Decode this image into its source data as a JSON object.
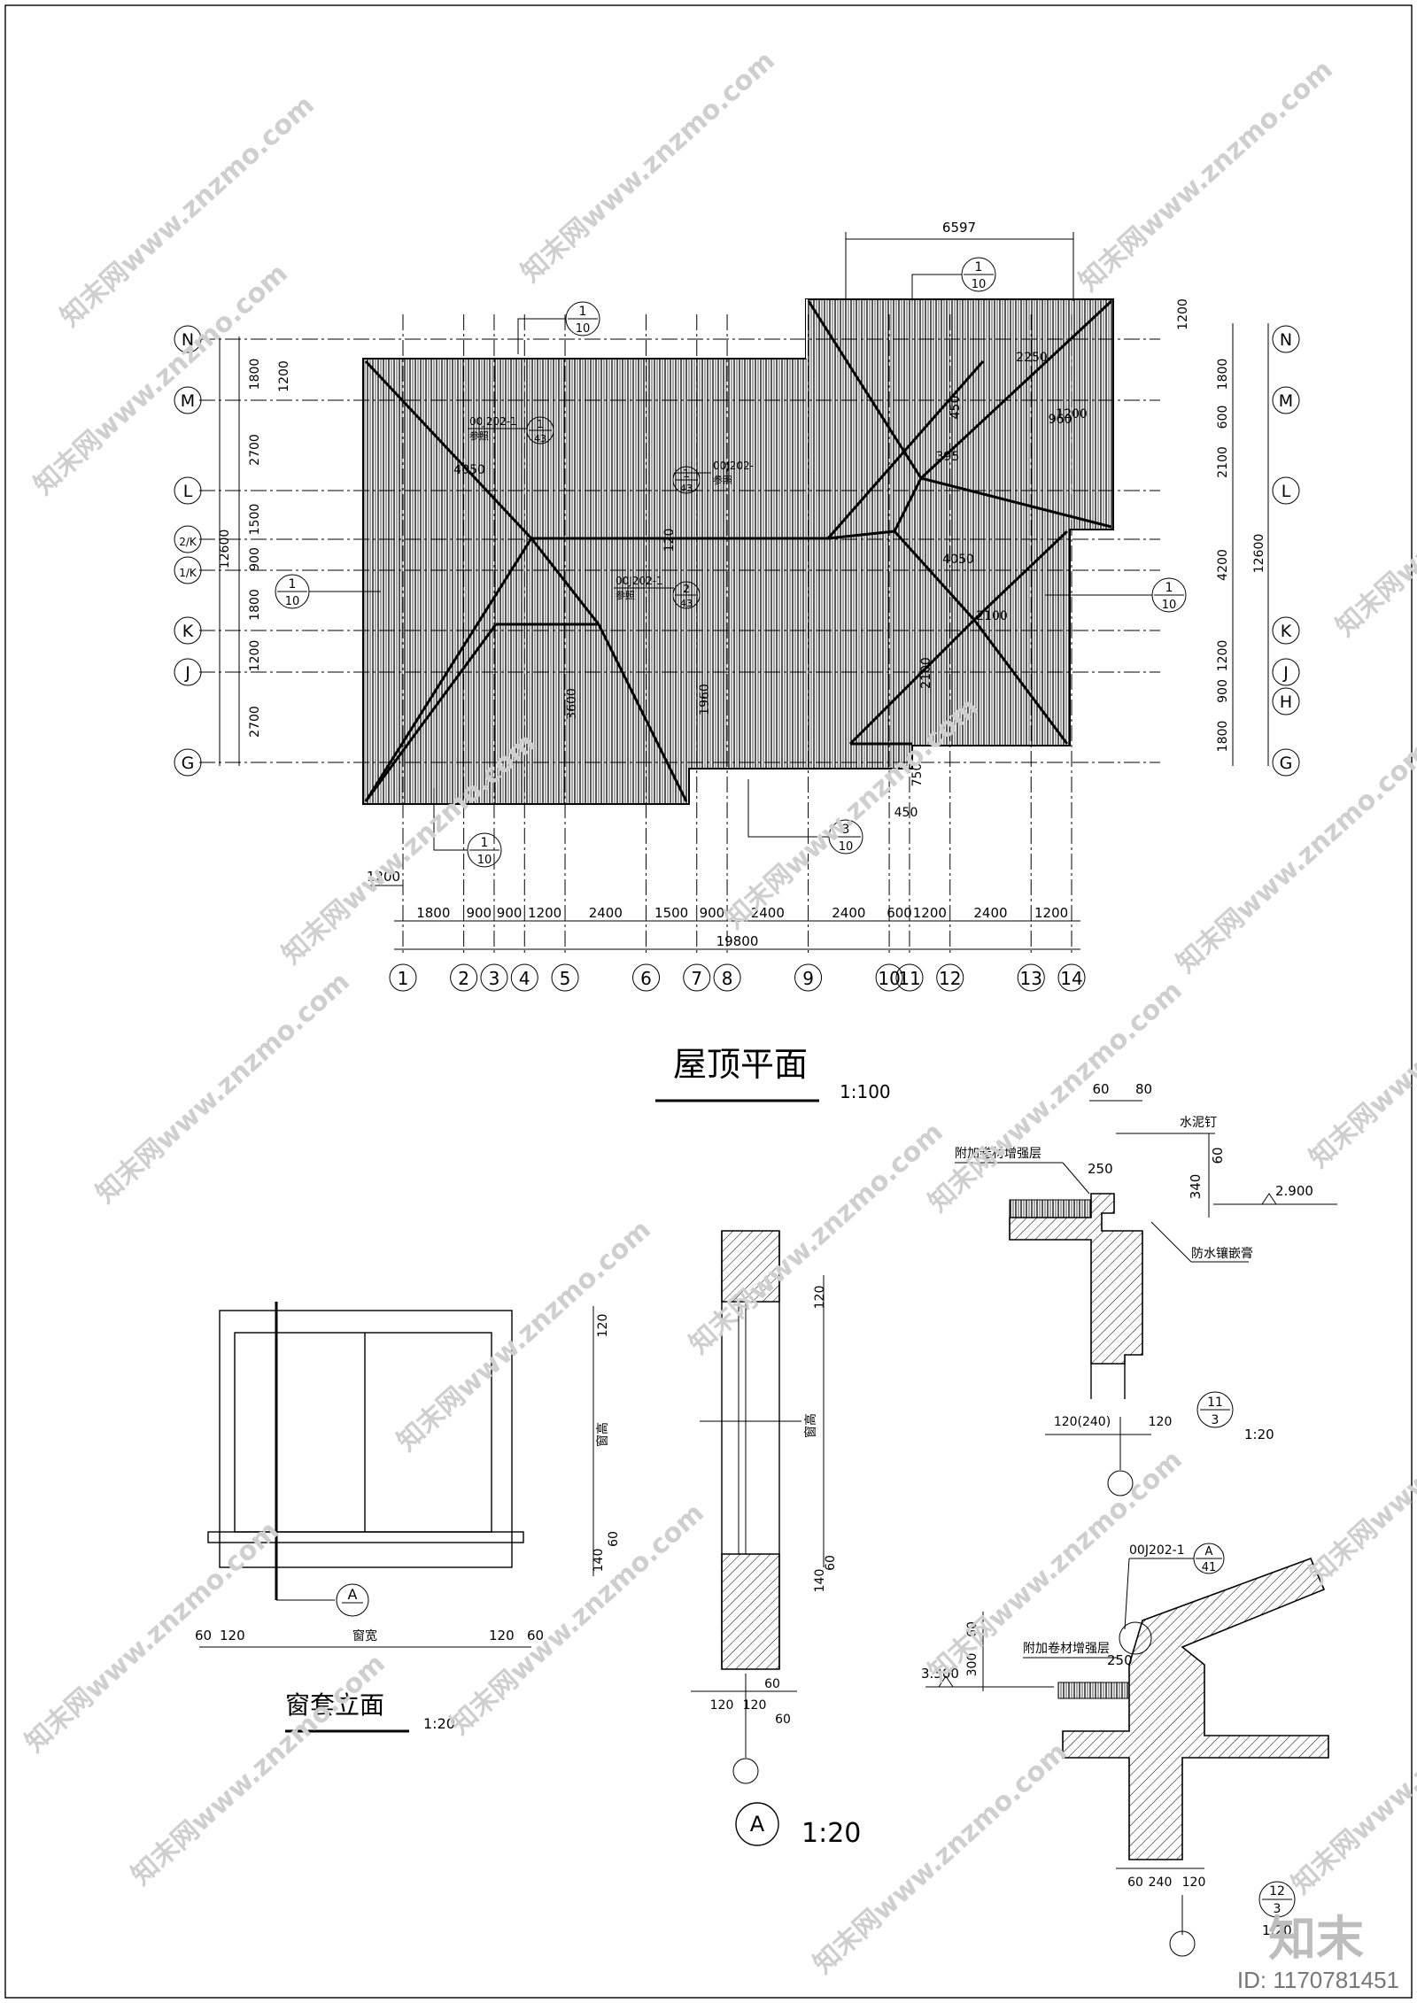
{
  "roof_plan": {
    "title": "屋顶平面",
    "scale": "1:100",
    "top_dim": "6597",
    "total_dim": "19800",
    "bottom_offset": "1200",
    "bottom_dims": [
      "1800",
      "900",
      "900",
      "1200",
      "2400",
      "1500",
      "900",
      "2400",
      "2400",
      "600",
      "1200",
      "2400",
      "1200"
    ],
    "x_axes": [
      "1",
      "2",
      "3",
      "4",
      "5",
      "6",
      "7",
      "8",
      "9",
      "10",
      "11",
      "12",
      "13",
      "14"
    ],
    "y_axes_left": [
      "N",
      "M",
      "L",
      "2/K",
      "1/K",
      "K",
      "J",
      "G"
    ],
    "y_axes_right": [
      "N",
      "M",
      "L",
      "K",
      "J",
      "H",
      "G"
    ],
    "left_dims": [
      "1800",
      "2700",
      "1500",
      "900",
      "1800",
      "1200",
      "2700"
    ],
    "left_total": "12600",
    "left_top_offset": "1200",
    "right_dims": [
      "1800",
      "600",
      "2100",
      "4200",
      "1200",
      "900",
      "1800"
    ],
    "right_total": "12600",
    "right_top_offset": "1200",
    "interior_dims": [
      "4050",
      "4050",
      "2250",
      "2100",
      "450",
      "395",
      "960",
      "3600",
      "1960",
      "2100",
      "450",
      "750",
      "120",
      "1200"
    ],
    "callouts": [
      {
        "num": "1",
        "den": "10"
      },
      {
        "num": "1",
        "den": "10"
      },
      {
        "num": "1",
        "den": "10"
      },
      {
        "num": "1",
        "den": "10"
      },
      {
        "num": "1",
        "den": "10"
      },
      {
        "num": "3",
        "den": "10"
      }
    ],
    "refs": [
      {
        "code": "00J202-1",
        "note": "参照",
        "num": "1",
        "den": "43"
      },
      {
        "code": "00J202-",
        "note": "参照",
        "num": "1",
        "den": "43"
      },
      {
        "code": "00J202-1",
        "note": "参照",
        "num": "2",
        "den": "43"
      }
    ]
  },
  "window_elevation": {
    "title": "窗套立面",
    "scale": "1:20",
    "width_label": "窗宽",
    "height_label": "窗高",
    "bottom_dims": [
      "60",
      "120",
      "120",
      "60"
    ],
    "right_dims": [
      "120",
      "140",
      "60"
    ],
    "section_mark": "A"
  },
  "section_a": {
    "label": "A",
    "scale": "1:20",
    "height_label": "窗高",
    "right_dims": [
      "120",
      "140",
      "60"
    ],
    "bottom_dims": [
      "120",
      "120",
      "60",
      "60"
    ]
  },
  "detail_11": {
    "top_dims": [
      "60",
      "80"
    ],
    "labels": [
      "水泥钉",
      "附加卷材增强层",
      "防水镶嵌膏"
    ],
    "dims": [
      "250",
      "340",
      "60",
      "120(240)",
      "120"
    ],
    "elevation": "2.900",
    "num": "11",
    "den": "3",
    "scale": "1:20"
  },
  "detail_12": {
    "ref_code": "00J202-1",
    "ref_num": "A",
    "ref_den": "41",
    "labels": [
      "附加卷材增强层"
    ],
    "elevation": "3.300",
    "dims": [
      "250",
      "300",
      "60",
      "60",
      "240",
      "120"
    ],
    "num": "12",
    "den": "3",
    "scale": "1:20"
  },
  "watermark": {
    "text": "知末网www.znzmo.com",
    "logo": "知末",
    "id": "ID: 1170781451"
  }
}
